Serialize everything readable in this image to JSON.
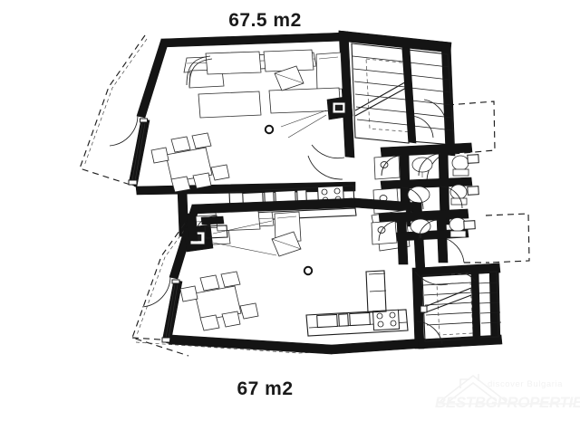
{
  "document": {
    "type": "architectural-floor-plan",
    "description": "Two stacked mirrored apartment floor plans with staircases, kitchens, bathrooms and terraces",
    "background_color": "#ffffff",
    "line_color": "#111111",
    "wall_fill": "#1a1a1a"
  },
  "labels": {
    "top_area": "67.5 m2",
    "bottom_area": "67 m2"
  },
  "watermark": {
    "tagline": "discover Bulgaria",
    "brand": "BESTBGPROPERTIES",
    "logo_icon": "house-roof-icon",
    "color": "#f2f2f2"
  },
  "units": [
    {
      "id": "upper-apartment",
      "area_label": "67.5 m2",
      "rooms": [
        {
          "name": "living-room",
          "furniture": [
            "sofa",
            "armchair",
            "coffee-table",
            "tv-unit"
          ]
        },
        {
          "name": "dining-area",
          "furniture": [
            "dining-table",
            "chair",
            "chair",
            "chair",
            "chair",
            "chair",
            "chair"
          ]
        },
        {
          "name": "kitchen",
          "furniture": [
            "counter-run",
            "cooktop-4-burner",
            "sink"
          ]
        },
        {
          "name": "bathroom",
          "furniture": [
            "wc",
            "washbasin",
            "shower-tray"
          ]
        },
        {
          "name": "staircase",
          "furniture": [
            "stair-flight",
            "stair-flight"
          ]
        },
        {
          "name": "terrace-west",
          "furniture": []
        },
        {
          "name": "terrace-east",
          "furniture": []
        }
      ]
    },
    {
      "id": "lower-apartment",
      "area_label": "67 m2",
      "rooms": [
        {
          "name": "living-room",
          "furniture": [
            "sofa",
            "armchair",
            "coffee-table",
            "tv-unit"
          ]
        },
        {
          "name": "dining-area",
          "furniture": [
            "dining-table",
            "chair",
            "chair",
            "chair",
            "chair",
            "chair",
            "chair"
          ]
        },
        {
          "name": "kitchen",
          "furniture": [
            "counter-run",
            "cooktop-4-burner",
            "sink"
          ]
        },
        {
          "name": "bathroom",
          "furniture": [
            "wc",
            "washbasin",
            "shower-tray"
          ]
        },
        {
          "name": "staircase",
          "furniture": [
            "stair-flight",
            "stair-flight"
          ]
        },
        {
          "name": "terrace-west",
          "furniture": []
        },
        {
          "name": "terrace-east",
          "furniture": []
        }
      ]
    }
  ]
}
